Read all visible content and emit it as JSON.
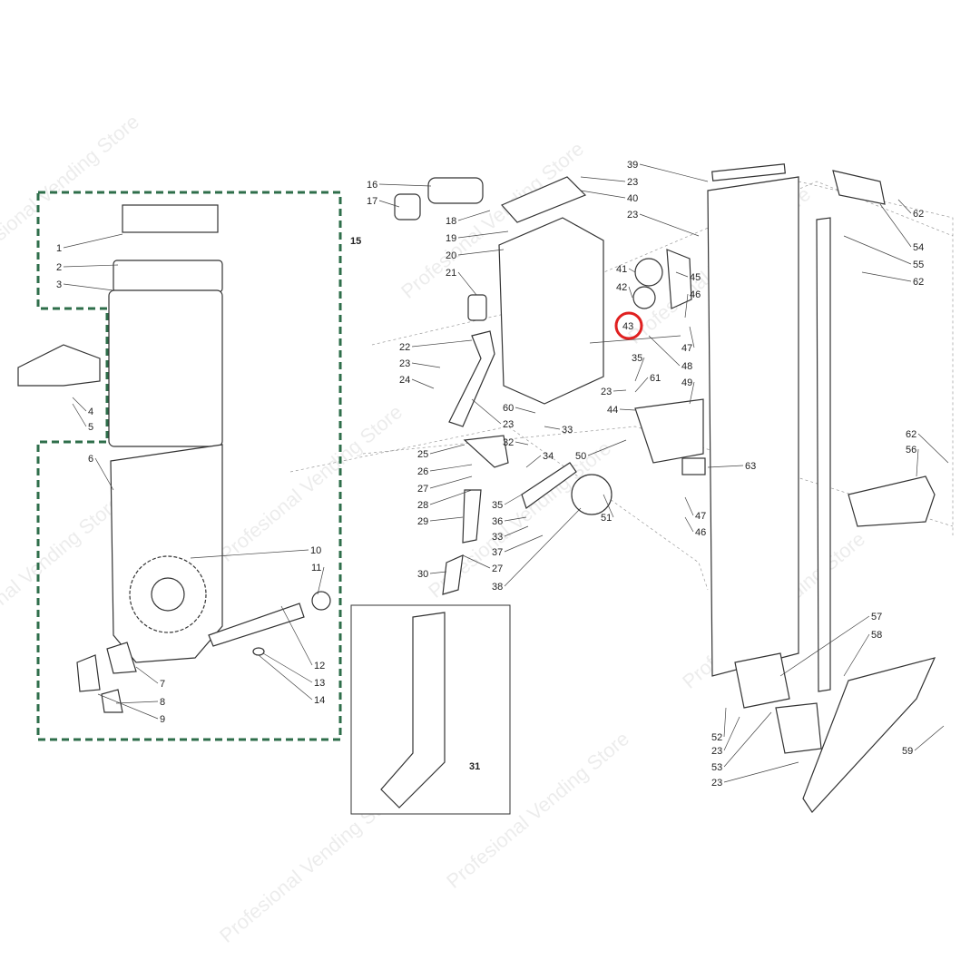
{
  "watermark": "Profesional Vending Store",
  "highlight_color": "#e02020",
  "group_border_color": "#2e6e4a",
  "highlighted_part": "43",
  "group_label": "15",
  "inset_label": "31",
  "labels": [
    "1",
    "2",
    "3",
    "4",
    "5",
    "6",
    "10",
    "11",
    "12",
    "13",
    "14",
    "7",
    "8",
    "9",
    "16",
    "17",
    "18",
    "19",
    "20",
    "21",
    "22",
    "23",
    "24",
    "23",
    "25",
    "26",
    "27",
    "28",
    "29",
    "30",
    "27",
    "35",
    "36",
    "33",
    "37",
    "38",
    "60",
    "33",
    "32",
    "34",
    "50",
    "51",
    "39",
    "23",
    "40",
    "23",
    "41",
    "42",
    "43",
    "48",
    "47",
    "45",
    "46",
    "35",
    "61",
    "49",
    "23",
    "44",
    "63",
    "47",
    "46",
    "62",
    "54",
    "55",
    "62",
    "62",
    "56",
    "57",
    "58",
    "52",
    "23",
    "53",
    "23",
    "59"
  ]
}
